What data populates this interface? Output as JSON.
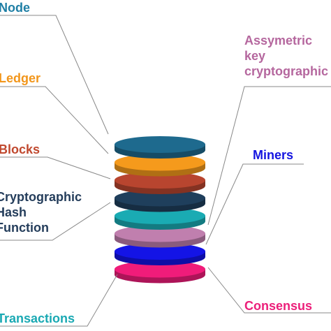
{
  "diagram": {
    "labels": {
      "node": {
        "text": "Node",
        "color": "#1f7fa5"
      },
      "ledger": {
        "text": "Ledger",
        "color": "#f2961b"
      },
      "blocks": {
        "text": "Blocks",
        "color": "#c0482e"
      },
      "hash": {
        "lines": [
          "Cryptographic",
          "Hash",
          "Function"
        ],
        "color": "#243d5b"
      },
      "transactions": {
        "text": "Transactions",
        "color": "#1aa9b3"
      },
      "asymmetric": {
        "lines": [
          "Assymetric",
          "key",
          "cryptographic"
        ],
        "color": "#b5679e"
      },
      "miners": {
        "text": "Miners",
        "color": "#1515e0"
      },
      "consensus": {
        "text": "Consensus",
        "color": "#ec1f7a"
      }
    },
    "disks": [
      {
        "name": "node",
        "color": "#1e6a8e"
      },
      {
        "name": "ledger",
        "color": "#f59a1c"
      },
      {
        "name": "blocks",
        "color": "#b8452f"
      },
      {
        "name": "hash",
        "color": "#1f3f5c"
      },
      {
        "name": "transactions",
        "color": "#1aabb3"
      },
      {
        "name": "asymmetric",
        "color": "#c07fae"
      },
      {
        "name": "miners",
        "color": "#1414e6"
      },
      {
        "name": "consensus",
        "color": "#f01c7a"
      }
    ],
    "line_color": "#888888"
  }
}
